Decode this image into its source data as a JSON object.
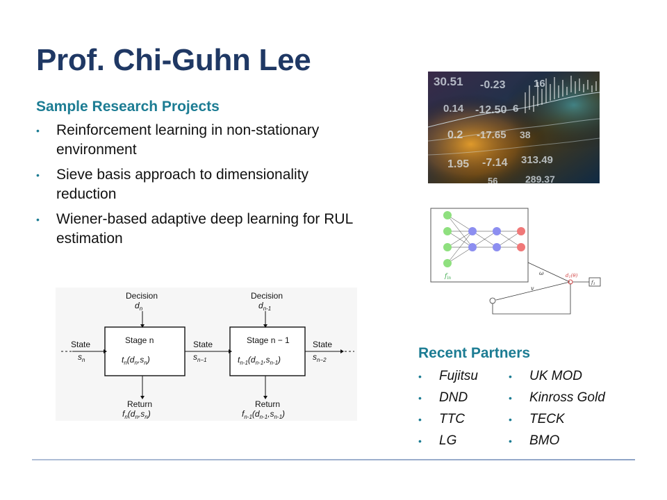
{
  "slide": {
    "title": "Prof. Chi-Guhn Lee",
    "projects_heading": "Sample Research Projects",
    "projects": [
      "Reinforcement learning in non-stationary environment",
      "Sieve basis approach to dimensionality reduction",
      "Wiener-based adaptive deep learning for RUL estimation"
    ],
    "partners_heading": "Recent Partners",
    "partners_left": [
      "Fujitsu",
      "DND",
      "TTC",
      "LG"
    ],
    "partners_right": [
      "UK MOD",
      "Kinross Gold",
      "TECK",
      "BMO"
    ]
  },
  "finance_image": {
    "numbers": [
      "30.51",
      "-0.23",
      "16",
      "0.14",
      "-12.50",
      "6",
      "0.2",
      "-17.65",
      "38",
      "1.95",
      "-7.14",
      "313.49",
      "56",
      "289.37"
    ]
  },
  "nn_diagram": {
    "input_label": "f",
    "input_sub": "in",
    "omega_label": "ω",
    "v_label": "v",
    "output_label": "d",
    "output_arg": "(θ)",
    "output_sub": "1",
    "box_label": "f",
    "box_sub": "1"
  },
  "dp_diagram": {
    "decision": "Decision",
    "state": "State",
    "return": "Return",
    "stage_n": "Stage n",
    "stage_n1": "Stage n − 1",
    "d_n": "d",
    "d_n_sub": "n",
    "d_n1_sub": "n-1",
    "s_n": "s",
    "s_n_sub": "n",
    "s_n1_sub": "n−1",
    "s_n2_sub": "n−2",
    "t_n": "t",
    "t_n_sub": "n",
    "t_n_args": "(d",
    "t_n_args_mid": ",s",
    "t_n_args_end": ")",
    "f_n": "f",
    "f_n_sub": "n",
    "t_n1_sub": "n-1",
    "f_n1_sub": "n-1"
  }
}
